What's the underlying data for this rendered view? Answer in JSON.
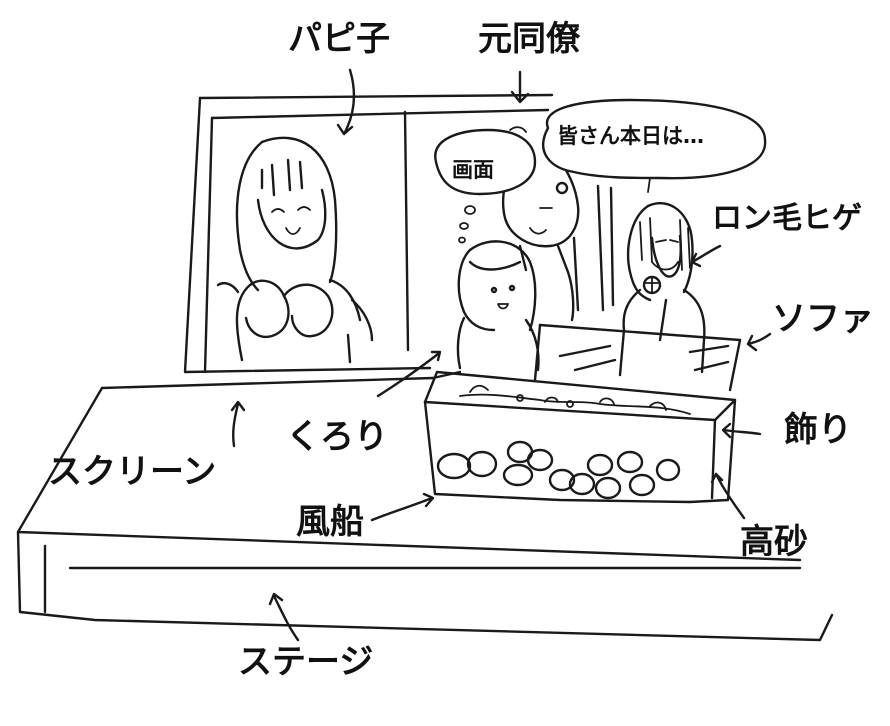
{
  "labels": {
    "papiko": "パピ子",
    "former_colleague": "元同僚",
    "speech": "皆さん本日は…",
    "thought": "画面",
    "longhair_beard": "ロン毛ヒゲ",
    "sofa": "ソファ",
    "decoration": "飾り",
    "kurori": "くろり",
    "screen": "スクリーン",
    "balloons": "風船",
    "takasago": "高砂",
    "stage": "ステージ"
  }
}
